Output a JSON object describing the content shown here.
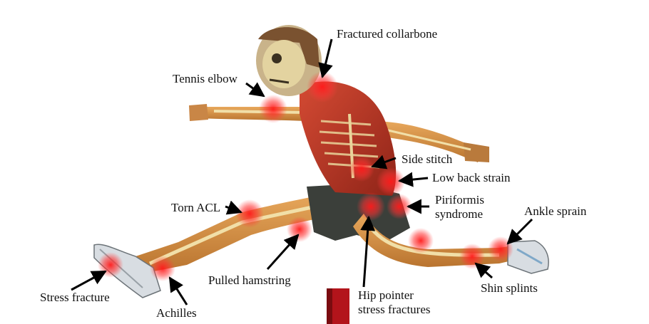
{
  "injuries": {
    "fractured_collarbone": "Fractured collarbone",
    "tennis_elbow": "Tennis elbow",
    "side_stitch": "Side stitch",
    "low_back_strain": "Low back strain",
    "piriformis_line1": "Piriformis",
    "piriformis_line2": "syndrome",
    "torn_acl": "Torn ACL",
    "ankle_sprain": "Ankle sprain",
    "pulled_hamstring": "Pulled hamstring",
    "stress_fracture": "Stress fracture",
    "achilles": "Achilles",
    "hip_line1": "Hip pointer",
    "hip_line2": "stress fractures",
    "shin_splints": "Shin splints"
  },
  "colors": {
    "hotspot": "#ff2a2a",
    "shirt": "#c0392b",
    "skin": "#d99a4e",
    "bone": "#e6cf8a",
    "hurdle": "#b3141b",
    "shorts": "#3b3f3a",
    "shoe": "#d8dde2"
  }
}
